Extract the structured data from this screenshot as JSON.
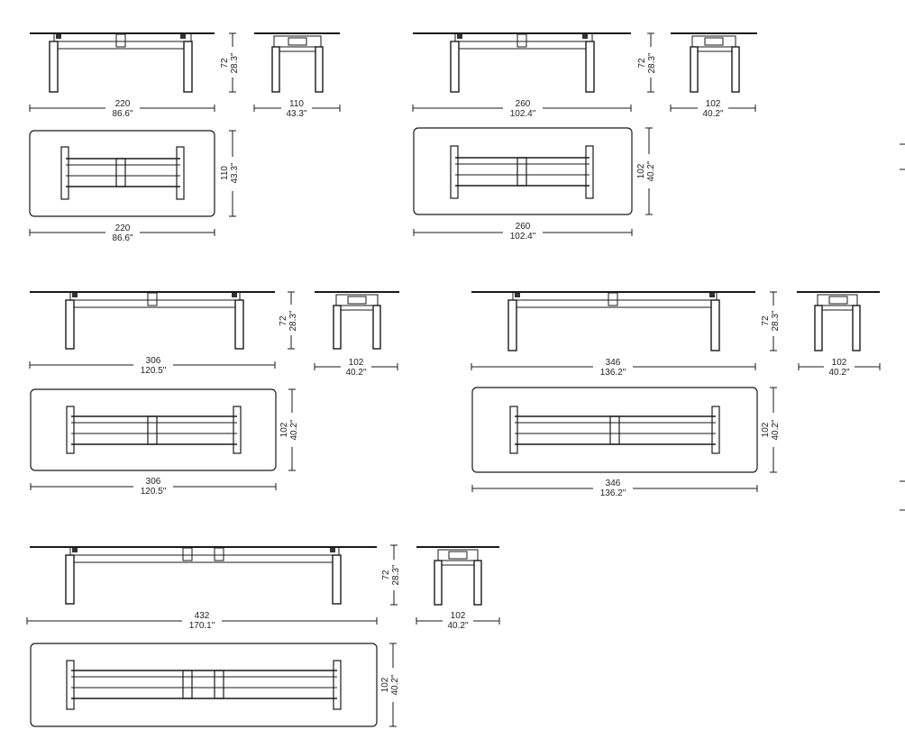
{
  "tables": [
    {
      "length_cm": "220",
      "length_in": "86.6\"",
      "depth_cm": "110",
      "depth_in": "43.3\"",
      "height_cm": "72",
      "height_in": "28.3\""
    },
    {
      "length_cm": "260",
      "length_in": "102.4\"",
      "depth_cm": "102",
      "depth_in": "40.2\"",
      "height_cm": "72",
      "height_in": "28.3\""
    },
    {
      "length_cm": "306",
      "length_in": "120.5\"",
      "depth_cm": "102",
      "depth_in": "40.2\"",
      "height_cm": "72",
      "height_in": "28.3\""
    },
    {
      "length_cm": "346",
      "length_in": "136.2\"",
      "depth_cm": "102",
      "depth_in": "40.2\"",
      "height_cm": "72",
      "height_in": "28.3\""
    },
    {
      "length_cm": "432",
      "length_in": "170.1\"",
      "depth_cm": "102",
      "depth_in": "40.2\"",
      "height_cm": "72",
      "height_in": "28.3\""
    }
  ]
}
